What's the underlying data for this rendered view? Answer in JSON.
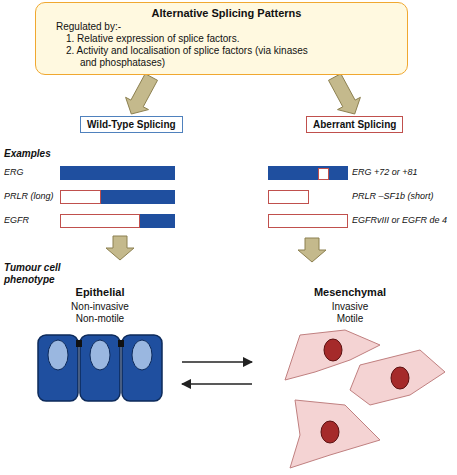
{
  "diagram": {
    "nodes": [
      {
        "text": [
          "Alternative Splicing Patterns",
          "Regulated by:-",
          "1. Relative expression of splice factors.",
          "2. Activity and localisation of splice factors (via kinases and phosphatases)"
        ]
      },
      {
        "text": [
          "Wild-Type Splicing"
        ]
      },
      {
        "text": [
          "Aberrant Splicing"
        ]
      }
    ],
    "edges": [
      {
        "from": 0,
        "to": 1,
        "arrow": "to"
      },
      {
        "from": 0,
        "to": 2,
        "arrow": "to"
      }
    ],
    "labels": [
      "Examples",
      "ERG",
      "PRLR (long)",
      "EGFR",
      "ERG +72 or +81",
      "PRLR –SF1b (short)",
      "EGFRvIII or EGFR de 4",
      "Tumour cell phenotype",
      "Epithelial",
      "Non-invasive",
      "Non-motile",
      "Mesenchymal",
      "Invasive",
      "Motile"
    ]
  }
}
